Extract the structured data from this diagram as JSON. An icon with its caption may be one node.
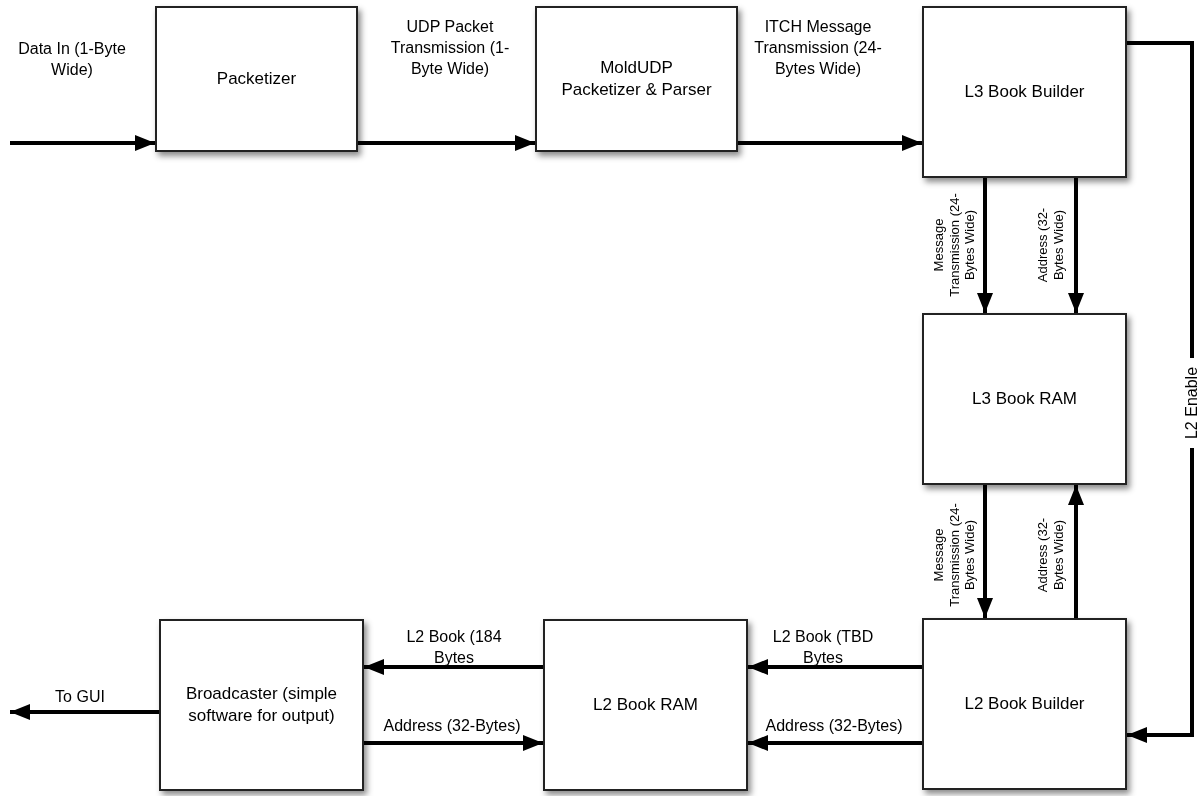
{
  "diagram": {
    "nodes": [
      {
        "text": [
          "Packetizer"
        ]
      },
      {
        "text": [
          "MoldUDP Packetizer & Parser"
        ]
      },
      {
        "text": [
          "L3 Book Builder"
        ]
      },
      {
        "text": [
          "L3 Book RAM"
        ]
      },
      {
        "text": [
          "L2 Book Builder"
        ]
      },
      {
        "text": [
          "L2 Book RAM"
        ]
      },
      {
        "text": [
          "Broadcaster (simple software for output)"
        ]
      }
    ],
    "edges": [
      {
        "from": null,
        "to": 0,
        "arrow": "to",
        "label": "Data In (1-Byte Wide)"
      },
      {
        "from": 0,
        "to": 1,
        "arrow": "to",
        "label": "UDP Packet Transmission (1-Byte Wide)"
      },
      {
        "from": 1,
        "to": 2,
        "arrow": "to",
        "label": "ITCH Message Transmission (24-Bytes Wide)"
      },
      {
        "from": 2,
        "to": 3,
        "arrow": "to",
        "label": "Message Transmission (24-Bytes Wide)"
      },
      {
        "from": 2,
        "to": 3,
        "arrow": "to",
        "label": "Address (32-Bytes Wide)"
      },
      {
        "from": 3,
        "to": 4,
        "arrow": "to",
        "label": "Message Transmission (24-Bytes Wide)"
      },
      {
        "from": 4,
        "to": 3,
        "arrow": "to",
        "label": "Address (32-Bytes Wide)"
      },
      {
        "from": 2,
        "to": 4,
        "arrow": "to",
        "label": "L2 Enable"
      },
      {
        "from": 4,
        "to": 5,
        "arrow": "to",
        "label": "L2 Book (TBD Bytes"
      },
      {
        "from": 4,
        "to": 5,
        "arrow": "to",
        "label": "Address (32-Bytes)"
      },
      {
        "from": 5,
        "to": 6,
        "arrow": "to",
        "label": "L2 Book (184 Bytes"
      },
      {
        "from": 6,
        "to": 5,
        "arrow": "to",
        "label": "Address (32-Bytes)"
      },
      {
        "from": 6,
        "to": null,
        "arrow": "to",
        "label": "To GUI"
      }
    ]
  }
}
